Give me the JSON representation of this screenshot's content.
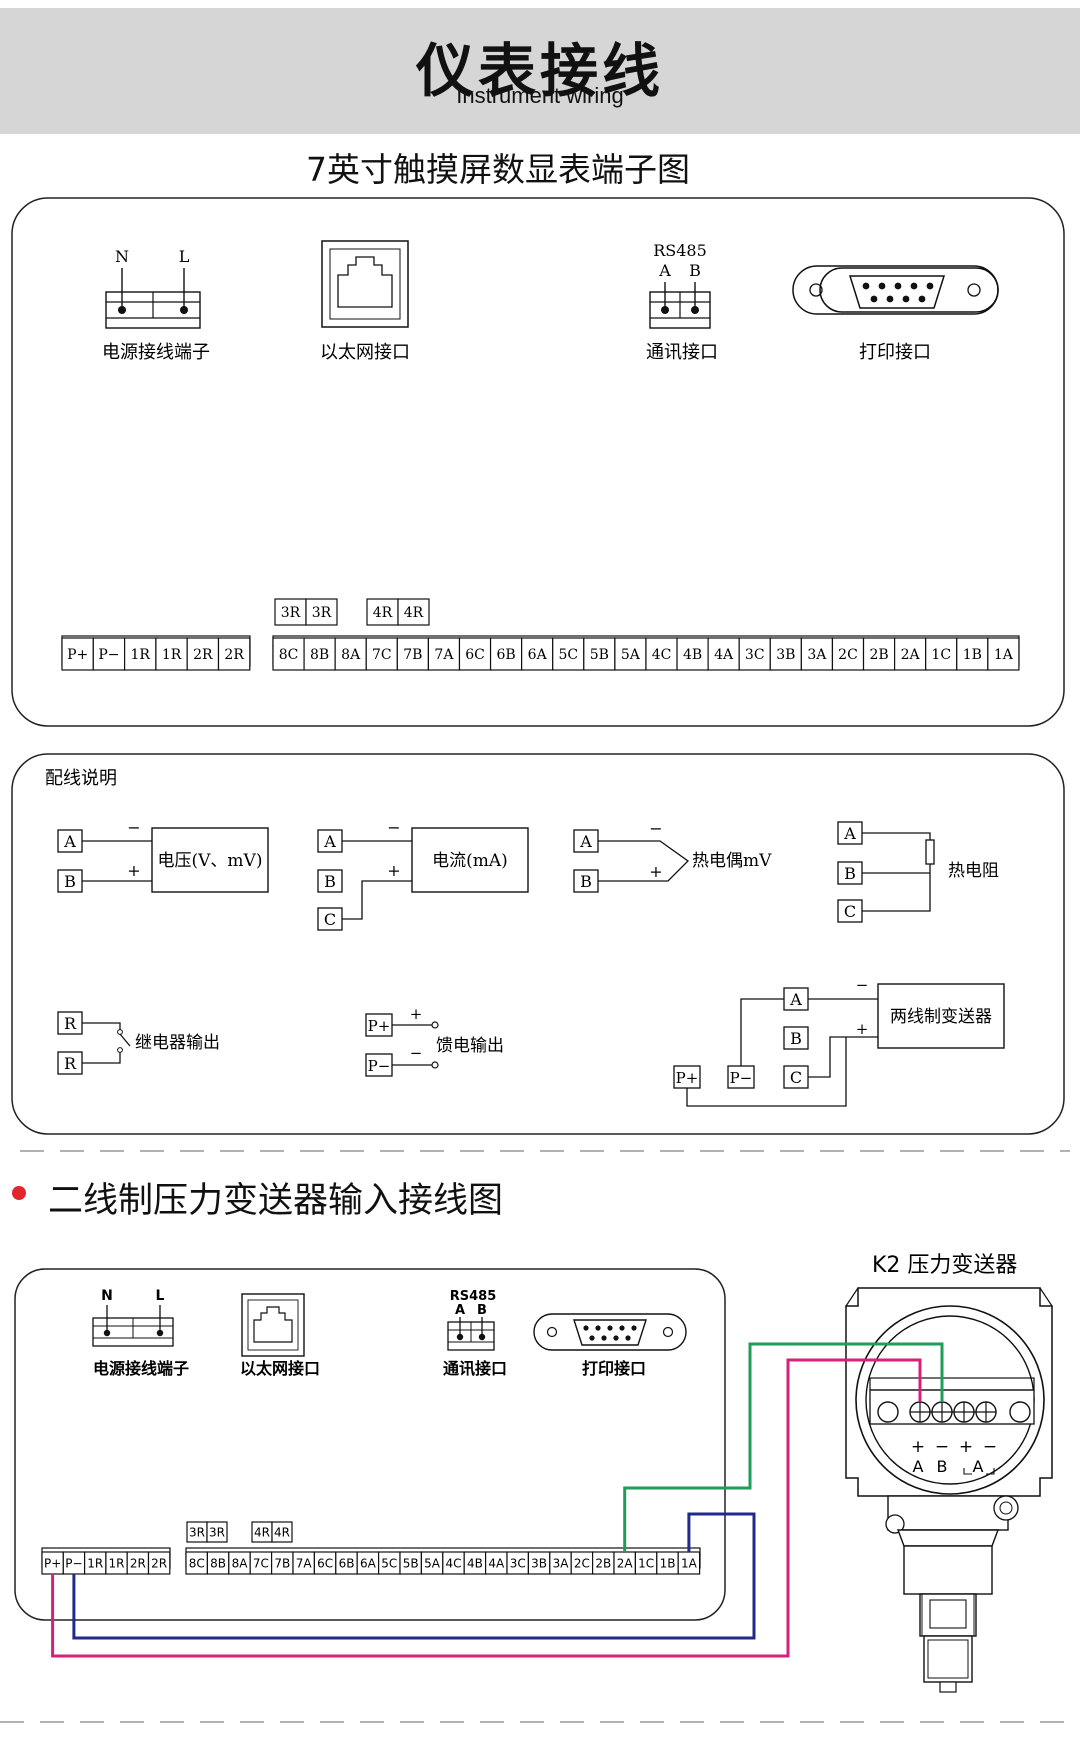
{
  "header": {
    "title": "仪表接线",
    "subtitle": "Instrument wiring",
    "band_color": "#d6d6d6"
  },
  "section1": {
    "title": "7英寸触摸屏数显表端子图",
    "power": {
      "n": "N",
      "l": "L",
      "caption": "电源接线端子"
    },
    "ethernet": {
      "caption": "以太网接口"
    },
    "comm": {
      "top": "RS485",
      "a": "A",
      "b": "B",
      "caption": "通讯接口"
    },
    "print": {
      "caption": "打印接口"
    },
    "left_terminals": [
      "P+",
      "P−",
      "1R",
      "1R",
      "2R",
      "2R"
    ],
    "top_terminals_3r": [
      "3R",
      "3R"
    ],
    "top_terminals_4r": [
      "4R",
      "4R"
    ],
    "right_terminals": [
      "8C",
      "8B",
      "8A",
      "7C",
      "7B",
      "7A",
      "6C",
      "6B",
      "6A",
      "5C",
      "5B",
      "5A",
      "4C",
      "4B",
      "4A",
      "3C",
      "3B",
      "3A",
      "2C",
      "2B",
      "2A",
      "1C",
      "1B",
      "1A"
    ]
  },
  "wiring_notes": {
    "title": "配线说明",
    "voltage": {
      "a": "A",
      "b": "B",
      "minus": "−",
      "plus": "+",
      "label": "电压(V、mV)"
    },
    "current": {
      "a": "A",
      "b": "B",
      "c": "C",
      "minus": "−",
      "plus": "+",
      "label": "电流(mA)"
    },
    "thermocouple": {
      "a": "A",
      "b": "B",
      "minus": "−",
      "plus": "+",
      "label": "热电偶mV"
    },
    "rtd": {
      "a": "A",
      "b": "B",
      "c": "C",
      "label": "热电阻"
    },
    "relay": {
      "r1": "R",
      "r2": "R",
      "label": "继电器输出"
    },
    "feed": {
      "p_plus": "P+",
      "p_minus": "P−",
      "plus": "+",
      "minus": "−",
      "label": "馈电输出"
    },
    "two_wire": {
      "a": "A",
      "b": "B",
      "c": "C",
      "p_plus": "P+",
      "p_minus": "P−",
      "minus": "−",
      "plus": "+",
      "label": "两线制变送器"
    }
  },
  "section2": {
    "title": "二线制压力变送器输入接线图",
    "bullet_color": "#e3262d",
    "power": {
      "n": "N",
      "l": "L",
      "caption": "电源接线端子"
    },
    "ethernet": {
      "caption": "以太网接口"
    },
    "comm": {
      "top": "RS485",
      "a": "A",
      "b": "B",
      "caption": "通讯接口"
    },
    "print": {
      "caption": "打印接口"
    },
    "left_terminals": [
      "P+",
      "P−",
      "1R",
      "1R",
      "2R",
      "2R"
    ],
    "top_terminals_3r": [
      "3R",
      "3R"
    ],
    "top_terminals_4r": [
      "4R",
      "4R"
    ],
    "right_terminals": [
      "8C",
      "8B",
      "8A",
      "7C",
      "7B",
      "7A",
      "6C",
      "6B",
      "6A",
      "5C",
      "5B",
      "5A",
      "4C",
      "4B",
      "4A",
      "3C",
      "3B",
      "3A",
      "2C",
      "2B",
      "2A",
      "1C",
      "1B",
      "1A"
    ],
    "transmitter": {
      "title": "K2 压力变送器",
      "signs": [
        "+",
        "−",
        "+",
        "−"
      ],
      "letters": [
        "A",
        "B",
        "A"
      ]
    },
    "wire_colors": {
      "green": "#1e9e5a",
      "magenta": "#d6217a",
      "navy": "#1f2a8a"
    }
  }
}
